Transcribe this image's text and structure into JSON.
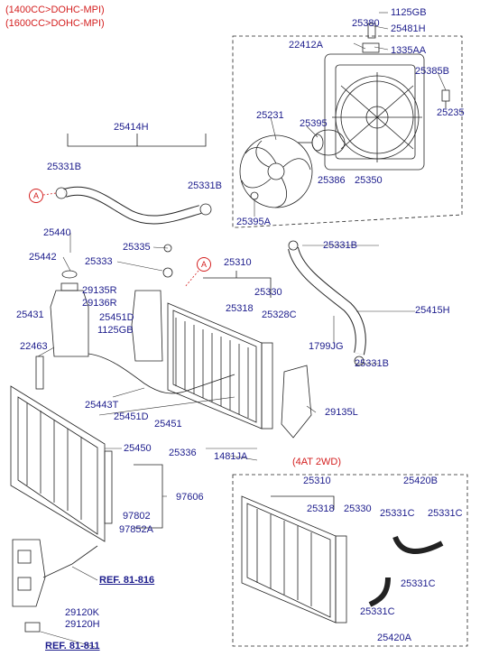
{
  "header": {
    "variant_1": "(1400CC>DOHC-MPI)",
    "variant_2": "(1600CC>DOHC-MPI)"
  },
  "inset": {
    "title": "(4AT 2WD)"
  },
  "callout_a": "A",
  "parts": {
    "p1125GB_top": "1125GB",
    "p25380": "25380",
    "p25481H": "25481H",
    "p22412A": "22412A",
    "p1335AA": "1335AA",
    "p25385B": "25385B",
    "p25235": "25235",
    "p25231": "25231",
    "p25395": "25395",
    "p25386": "25386",
    "p25350": "25350",
    "p25395A": "25395A",
    "p25414H": "25414H",
    "p25331B_a": "25331B",
    "p25331B_b": "25331B",
    "p25440": "25440",
    "p25442": "25442",
    "p25335": "25335",
    "p25333": "25333",
    "p25310": "25310",
    "p25331B_c": "25331B",
    "p29135R": "29135R",
    "p29136R": "29136R",
    "p25431": "25431",
    "p25451D_a": "25451D",
    "p1125GB_mid": "1125GB",
    "p25318": "25318",
    "p25330": "25330",
    "p25328C": "25328C",
    "p25415H": "25415H",
    "p22463": "22463",
    "p1799JG": "1799JG",
    "p25331B_d": "25331B",
    "p25443T": "25443T",
    "p25451D_b": "25451D",
    "p25451": "25451",
    "p29135L": "29135L",
    "p25450": "25450",
    "p25336": "25336",
    "p1481JA": "1481JA",
    "p97606": "97606",
    "p97802": "97802",
    "p97852A": "97852A",
    "p25310_b": "25310",
    "p25420B": "25420B",
    "p25318_b": "25318",
    "p25330_b": "25330",
    "p25331C_a": "25331C",
    "p25331C_b": "25331C",
    "p25331C_c": "25331C",
    "p25331C_d": "25331C",
    "p25420A": "25420A",
    "p29120K": "29120K",
    "p29120H": "29120H"
  },
  "refs": {
    "ref_816": "REF. 81-816",
    "ref_811": "REF. 81-811"
  }
}
